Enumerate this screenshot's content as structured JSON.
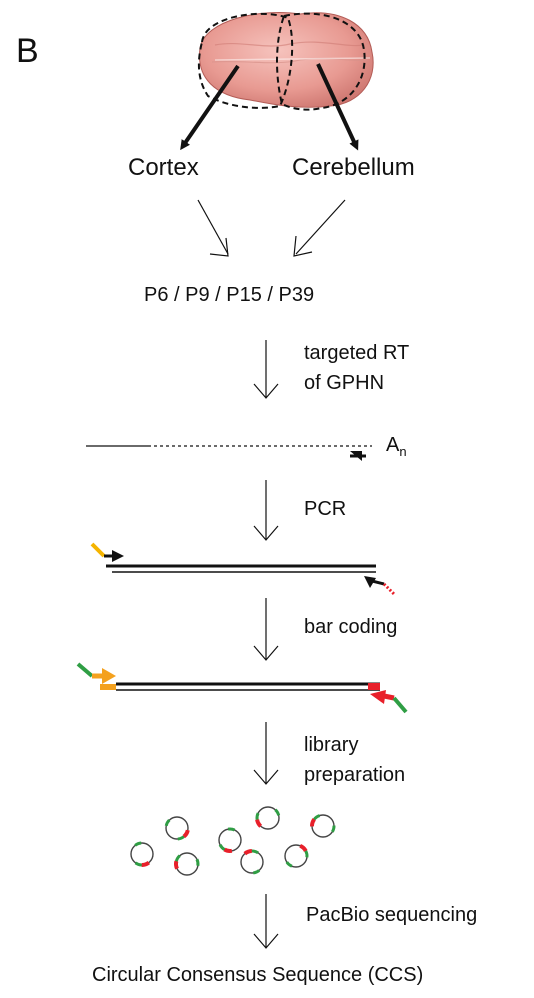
{
  "panel_label": "B",
  "brain": {
    "regions": [
      {
        "label": "Cortex"
      },
      {
        "label": "Cerebellum"
      }
    ]
  },
  "timepoints": "P6 / P9 / P15 / P39",
  "steps": [
    {
      "label_lines": [
        "targeted RT",
        "of GPHN"
      ]
    },
    {
      "label_lines": [
        "PCR"
      ]
    },
    {
      "label_lines": [
        "bar coding"
      ]
    },
    {
      "label_lines": [
        "library",
        "preparation"
      ]
    },
    {
      "label_lines": [
        "PacBio sequencing"
      ]
    }
  ],
  "polya": {
    "base": "A",
    "subscript": "n"
  },
  "final_label": "Circular Consensus Sequence (CCS)",
  "colors": {
    "brain": "#e89a92",
    "brain_dark": "#c9706a",
    "primer_yellow": "#f5b400",
    "barcode_orange": "#f4a11e",
    "barcode_red": "#e8202a",
    "barcode_green": "#2f9e44",
    "ring": "#444444"
  }
}
